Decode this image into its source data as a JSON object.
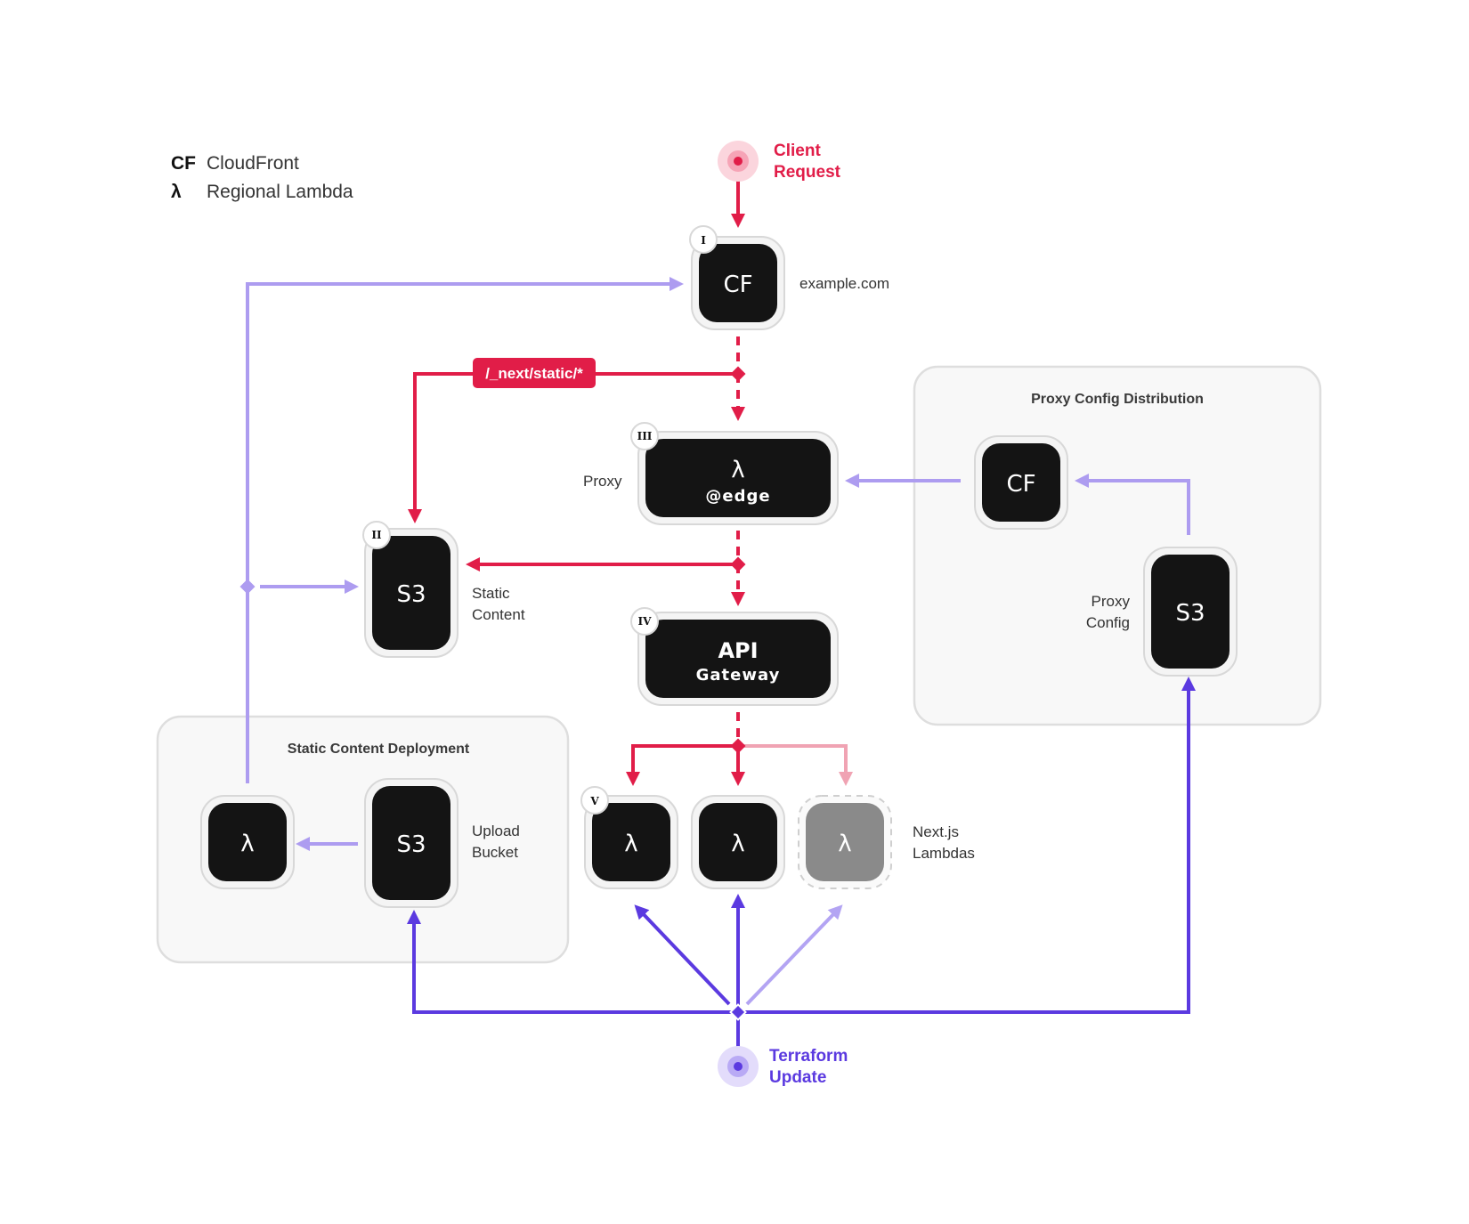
{
  "legend": [
    {
      "key": "CF",
      "value": "CloudFront"
    },
    {
      "key": "λ",
      "value": "Regional Lambda"
    }
  ],
  "groups": {
    "proxy_config_distribution": "Proxy Config Distribution",
    "static_content_deployment": "Static Content Deployment"
  },
  "start_points": {
    "client_request": [
      "Client",
      "Request"
    ],
    "terraform_update": [
      "Terraform",
      "Update"
    ]
  },
  "nodes": {
    "cloudfront_main": {
      "badge": "I",
      "text": "CF",
      "label": [
        "example.com"
      ]
    },
    "s3_static": {
      "badge": "II",
      "text": "S3",
      "label": [
        "Static",
        "Content"
      ]
    },
    "lambda_edge": {
      "badge": "III",
      "text": "λ",
      "subtext": "@edge",
      "label": [
        "Proxy"
      ]
    },
    "api_gateway": {
      "badge": "IV",
      "text": "API",
      "subtext": "Gateway",
      "label": []
    },
    "nextjs_lambda_1": {
      "badge": "V",
      "text": "λ"
    },
    "nextjs_lambda_2": {
      "text": "λ"
    },
    "nextjs_lambda_3": {
      "text": "λ"
    },
    "nextjs_lambdas_label": [
      "Next.js",
      "Lambdas"
    ],
    "cloudfront_proxy": {
      "text": "CF"
    },
    "s3_proxy_config": {
      "text": "S3",
      "label": [
        "Proxy",
        "Config"
      ]
    },
    "lambda_deploy": {
      "text": "λ"
    },
    "s3_upload": {
      "text": "S3",
      "label": [
        "Upload",
        "Bucket"
      ]
    }
  },
  "route_label": "/_next/static/*",
  "colors": {
    "request": "#e11d48",
    "request_faded": "#f0a3b3",
    "deploy": "#ad9cf0",
    "terraform": "#5b3ae0",
    "terraform_faded": "#b3a4f3",
    "node": "#141414"
  }
}
